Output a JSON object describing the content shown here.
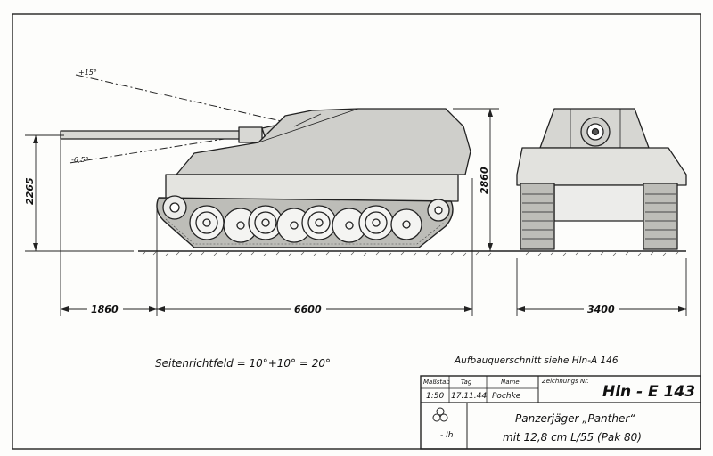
{
  "dimensions": {
    "hull_height": "2265",
    "overall_height": "2860",
    "front_overhang": "1860",
    "hull_length": "6600",
    "width": "3400"
  },
  "angles": {
    "elevation": "+15°",
    "depression": "-6,5°"
  },
  "notes": {
    "traverse": "Seitenrichtfeld = 10°+10° = 20°",
    "reference": "Aufbauquerschnitt siehe Hln-A 146"
  },
  "title_block": {
    "scale_label": "Maßstab",
    "scale_value": "1:50",
    "date_label": "Tag",
    "date_value": "17.11.44",
    "name_label": "Name",
    "name_value": "Pochke",
    "drawing_no_label": "Zeichnungs Nr.",
    "drawing_no_value": "Hln - E 143",
    "description_line1": "Panzerjäger „Panther“",
    "description_line2": "mit 12,8 cm L/55 (Pak 80)",
    "initials": "- Ih"
  }
}
